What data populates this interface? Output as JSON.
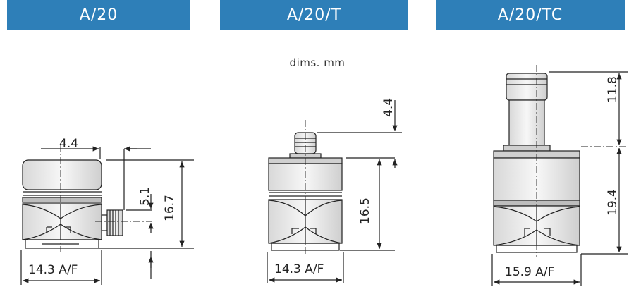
{
  "headers": [
    "A/20",
    "A/20/T",
    "A/20/TC"
  ],
  "units_note": "dims. mm",
  "sensors": [
    {
      "model": "A/20",
      "dims": {
        "cable_offset": "4.4",
        "connector": "5.1",
        "height": "16.7",
        "across_flats": "14.3 A/F"
      }
    },
    {
      "model": "A/20/T",
      "dims": {
        "connector": "4.4",
        "height": "16.5",
        "across_flats": "14.3 A/F"
      }
    },
    {
      "model": "A/20/TC",
      "dims": {
        "connector": "11.8",
        "height": "19.4",
        "across_flats": "15.9 A/F"
      }
    }
  ]
}
